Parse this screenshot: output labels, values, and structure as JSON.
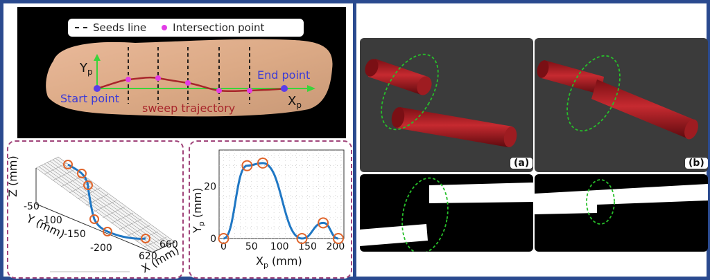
{
  "legend": {
    "seeds_label": "Seeds line",
    "intersection_label": "Intersection point"
  },
  "overlay": {
    "y_axis": "Y",
    "y_sub": "p",
    "x_axis": "X",
    "x_sub": "p",
    "start": "Start point",
    "end": "End point",
    "trajectory": "sweep trajectory"
  },
  "plot3d": {
    "z_label": "Z (mm)",
    "y_label": "Y (mm)",
    "x_label": "X (mm)",
    "y_ticks": [
      "-50",
      "-100",
      "-150",
      "-200"
    ],
    "x_ticks": [
      "620",
      "660"
    ]
  },
  "chart_data": {
    "type": "line",
    "xlabel_main": "X",
    "xlabel_sub": "p",
    "xlabel_unit": " (mm)",
    "ylabel_main": "Y",
    "ylabel_sub": "p",
    "ylabel_unit": " (mm)",
    "xlim": [
      -8,
      215
    ],
    "ylim": [
      0,
      34
    ],
    "xticks": [
      0,
      50,
      100,
      150,
      200
    ],
    "yticks": [
      0,
      20
    ],
    "grid": true,
    "line_color": "#1f77c4",
    "marker_color": "#e0642a",
    "x": [
      0,
      42,
      70,
      140,
      178,
      205
    ],
    "y": [
      0,
      28,
      29,
      0,
      6,
      0
    ]
  },
  "tiles": {
    "a": "(a)",
    "b": "(b)"
  },
  "colors": {
    "border": "#2a4a8f",
    "dashed_ellipse": "#27c02a",
    "tissue": "#b31c22"
  }
}
